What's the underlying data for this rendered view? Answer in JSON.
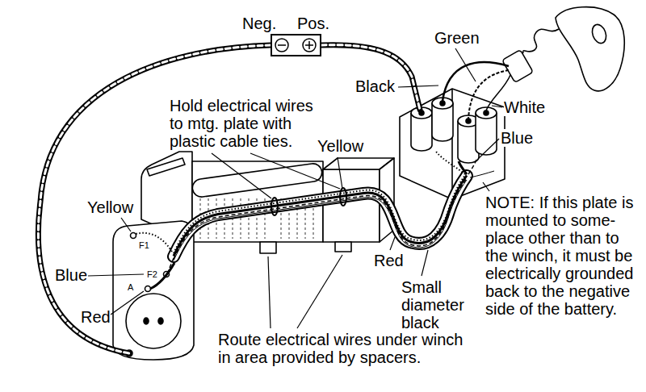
{
  "diagram": {
    "nodes": [
      {
        "text": [
          "Neg.",
          "Pos."
        ]
      }
    ],
    "labels": [
      "Green",
      "Black",
      "White",
      "Hold electrical wires to mtg. plate with plastic cable ties.",
      "Yellow",
      "Blue",
      "Yellow",
      "F1",
      "Blue",
      "F2",
      "A",
      "Red",
      "Red",
      "NOTE: If this plate is mounted to some-place other than to the winch, it must be electrically grounded back to the negative side of the battery.",
      "Small diameter black",
      "Route electrical wires under winch in area provided by spacers."
    ]
  }
}
